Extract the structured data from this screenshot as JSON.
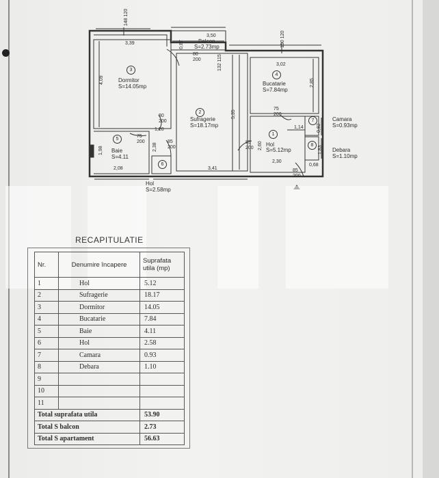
{
  "plan": {
    "rooms": [
      {
        "number": "3",
        "name": "Dormitor",
        "area": "S=14.05mp"
      },
      {
        "number": "2",
        "name": "Sufragerie",
        "area": "S=18.17mp"
      },
      {
        "number": "4",
        "name": "Bucatarie",
        "area": "S=7.84mp"
      },
      {
        "number": "5",
        "name": "Baie",
        "area": "S=4.11"
      },
      {
        "number": "1",
        "name": "Hol",
        "area": "S=5.12mp"
      },
      {
        "number": "6",
        "name": "Hol",
        "area": "S=2.58mp"
      },
      {
        "number": "7",
        "name": "Camara",
        "area": "S=0.93mp"
      },
      {
        "number": "8",
        "name": "Debara",
        "area": "S=1.10mp"
      },
      {
        "number": "",
        "name": "Balcon",
        "area": "S=2.73mp"
      }
    ],
    "dimensions": {
      "d_148_120": "148 120",
      "d_3_39": "3,39",
      "d_3_50": "3,50",
      "d_0_87": "0,87",
      "d_150_120": "150 120",
      "d_80_200a": "80 200",
      "d_132_115": "132 115",
      "d_3_02": "3,02",
      "d_4_09": "4,09",
      "d_2_85": "2,85",
      "d_5_35": "5,35",
      "d_80_200b": "80 200",
      "d_75_200a": "75 200",
      "d_1_20": "1,20",
      "d_0_82": "0,82",
      "d_1_14": "1,14",
      "d_75_200b": "75 200",
      "d_85_200a": "85 200",
      "d_85_200b": "85 200",
      "d_2_60": "2,60",
      "d_1_98": "1,98",
      "d_2_38": "2,38",
      "d_1_83": "1,83",
      "d_2_30": "2,30",
      "d_0_68": "0,68",
      "d_2_08": "2,08",
      "d_3_41": "3,41",
      "d_85_200c": "85 200"
    }
  },
  "recap": {
    "title": "RECAPITULATIE",
    "headers": [
      "Nr.",
      "Denumire încapere",
      "Suprafata utila (mp)"
    ],
    "rows": [
      {
        "nr": "1",
        "name": "Hol",
        "area": "5.12"
      },
      {
        "nr": "2",
        "name": "Sufragerie",
        "area": "18.17"
      },
      {
        "nr": "3",
        "name": "Dormitor",
        "area": "14.05"
      },
      {
        "nr": "4",
        "name": "Bucatarie",
        "area": "7.84"
      },
      {
        "nr": "5",
        "name": "Baie",
        "area": "4.11"
      },
      {
        "nr": "6",
        "name": "Hol",
        "area": "2.58"
      },
      {
        "nr": "7",
        "name": "Camara",
        "area": "0.93"
      },
      {
        "nr": "8",
        "name": "Debara",
        "area": "1.10"
      },
      {
        "nr": "9",
        "name": "",
        "area": ""
      },
      {
        "nr": "10",
        "name": "",
        "area": ""
      },
      {
        "nr": "11",
        "name": "",
        "area": ""
      }
    ],
    "totals": [
      {
        "label": "Total suprafata utila",
        "value": "53.90"
      },
      {
        "label": "Total S balcon",
        "value": "2.73"
      },
      {
        "label": "Total S apartament",
        "value": "56.63"
      }
    ]
  }
}
